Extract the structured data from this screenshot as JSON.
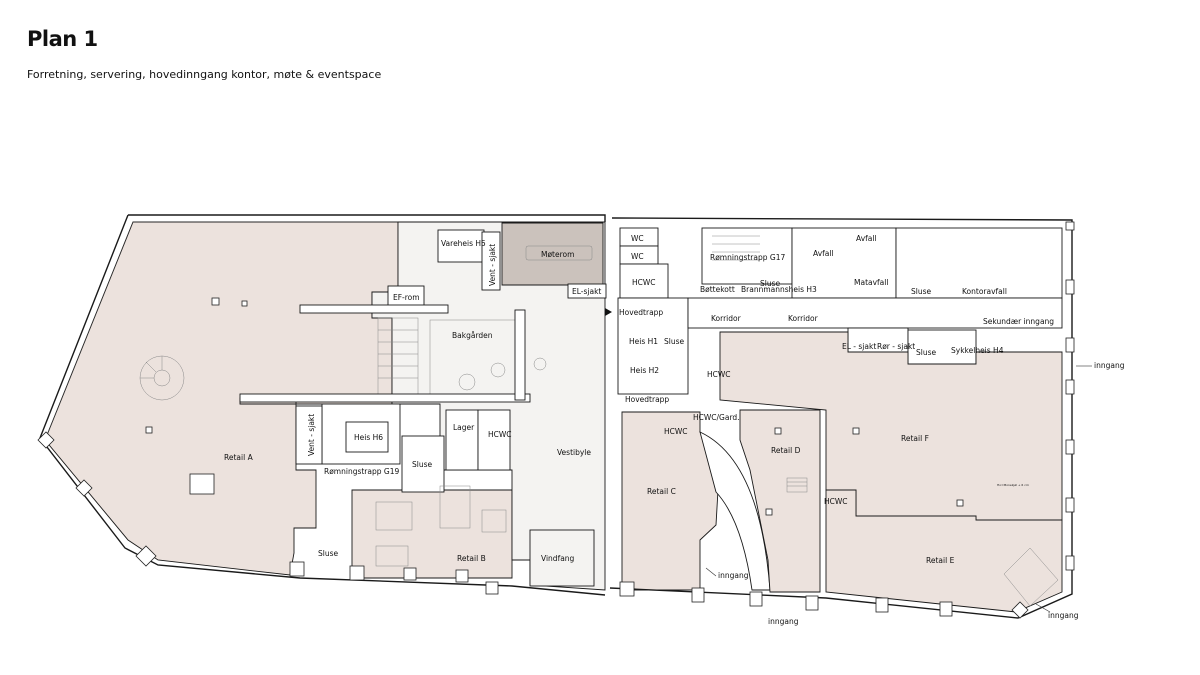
{
  "header": {
    "title": "Plan 1",
    "subtitle": "Forretning, servering, hovedinngang kontor, møte & eventspace"
  },
  "rooms": {
    "retail_a": "Retail A",
    "retail_b": "Retail B",
    "retail_c": "Retail C",
    "retail_d": "Retail D",
    "retail_e": "Retail E",
    "retail_f": "Retail F",
    "vareheis_h5": "Vareheis H5",
    "moterom": "Møterom",
    "vent_sjakt_top": "Vent - sjakt",
    "el_sjakt_top": "EL-sjakt",
    "ef_rom": "EF-rom",
    "bakgarden": "Bakgården",
    "vestibyle": "Vestibyle",
    "vindfang": "Vindfang",
    "lager": "Lager",
    "hcwc_center": "HCWC",
    "heis_h6": "Heis H6",
    "vent_sjakt_left": "Vent - sjakt",
    "romningstrapp_g19": "Rømningstrapp G19",
    "sluse_g19": "Sluse",
    "sluse_bottom": "Sluse",
    "wc_1": "WC",
    "wc_2": "WC",
    "hcwc_top": "HCWC",
    "hovedtrapp_top": "Hovedtrapp",
    "heis_h1": "Heis H1",
    "heis_h2": "Heis H2",
    "sluse_heis": "Sluse",
    "hovedtrapp_bottom": "Hovedtrapp",
    "hcwc_c": "HCWC",
    "hcwc_mid": "HCWC",
    "hcwc_gard": "HCWC/Gard.",
    "romningstrapp_g17": "Rømningstrapp G17",
    "avfall_1": "Avfall",
    "avfall_2": "Avfall",
    "bottekott": "Bøttekott",
    "sluse_g17": "Sluse",
    "brannmannsheis": "Brannmannsheis H3",
    "matavfall": "Matavfall",
    "sluse_kontor": "Sluse",
    "kontoravfall": "Kontoravfall",
    "korridor_1": "Korridor",
    "korridor_2": "Korridor",
    "sekundaer_inngang": "Sekundær inngang",
    "el_sjakt_right": "EL - sjakt",
    "ror_sjakt": "Rør - sjakt",
    "sluse_h4": "Sluse",
    "sykkelheis_h4": "Sykkelheis H4",
    "hcwc_e": "HCWC",
    "small_note": "Ho=Monekjøl + 6 cm"
  },
  "entrances": {
    "inngang_right": "inngang",
    "inngang_c": "inngang",
    "inngang_bottom": "inngang",
    "inngang_e": "inngang"
  }
}
